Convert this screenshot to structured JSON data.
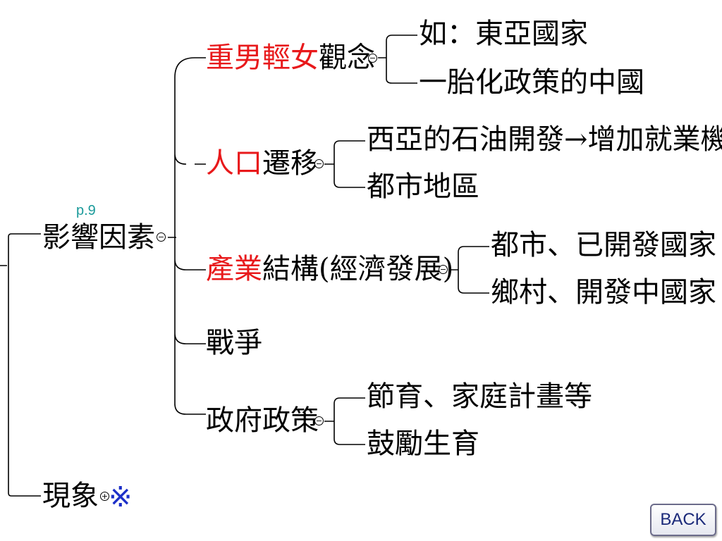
{
  "root": {
    "page_ref": "p.9"
  },
  "factors": {
    "label": "影響因素",
    "gender": {
      "red": "重男輕女",
      "rest": "觀念",
      "children": [
        "如：東亞國家",
        "一胎化政策的中國"
      ]
    },
    "migration": {
      "red": "人口",
      "rest": "遷移",
      "children": [
        "西亞的石油開發→增加就業機會",
        "都市地區"
      ]
    },
    "industry": {
      "red": "產業",
      "rest": "結構(經濟發展)",
      "children": [
        "都市、已開發國家",
        "鄉村、開發中國家"
      ]
    },
    "war": {
      "label": "戰爭"
    },
    "policy": {
      "label": "政府政策",
      "children": [
        "節育、家庭計畫等",
        "鼓勵生育"
      ]
    }
  },
  "phenomenon": {
    "label": "現象",
    "mark": "※"
  },
  "nav": {
    "back_label": "BACK"
  },
  "colors": {
    "emphasis": "#e8191b",
    "page_ref": "#1a9a9a",
    "mark": "#1c2fc8"
  }
}
